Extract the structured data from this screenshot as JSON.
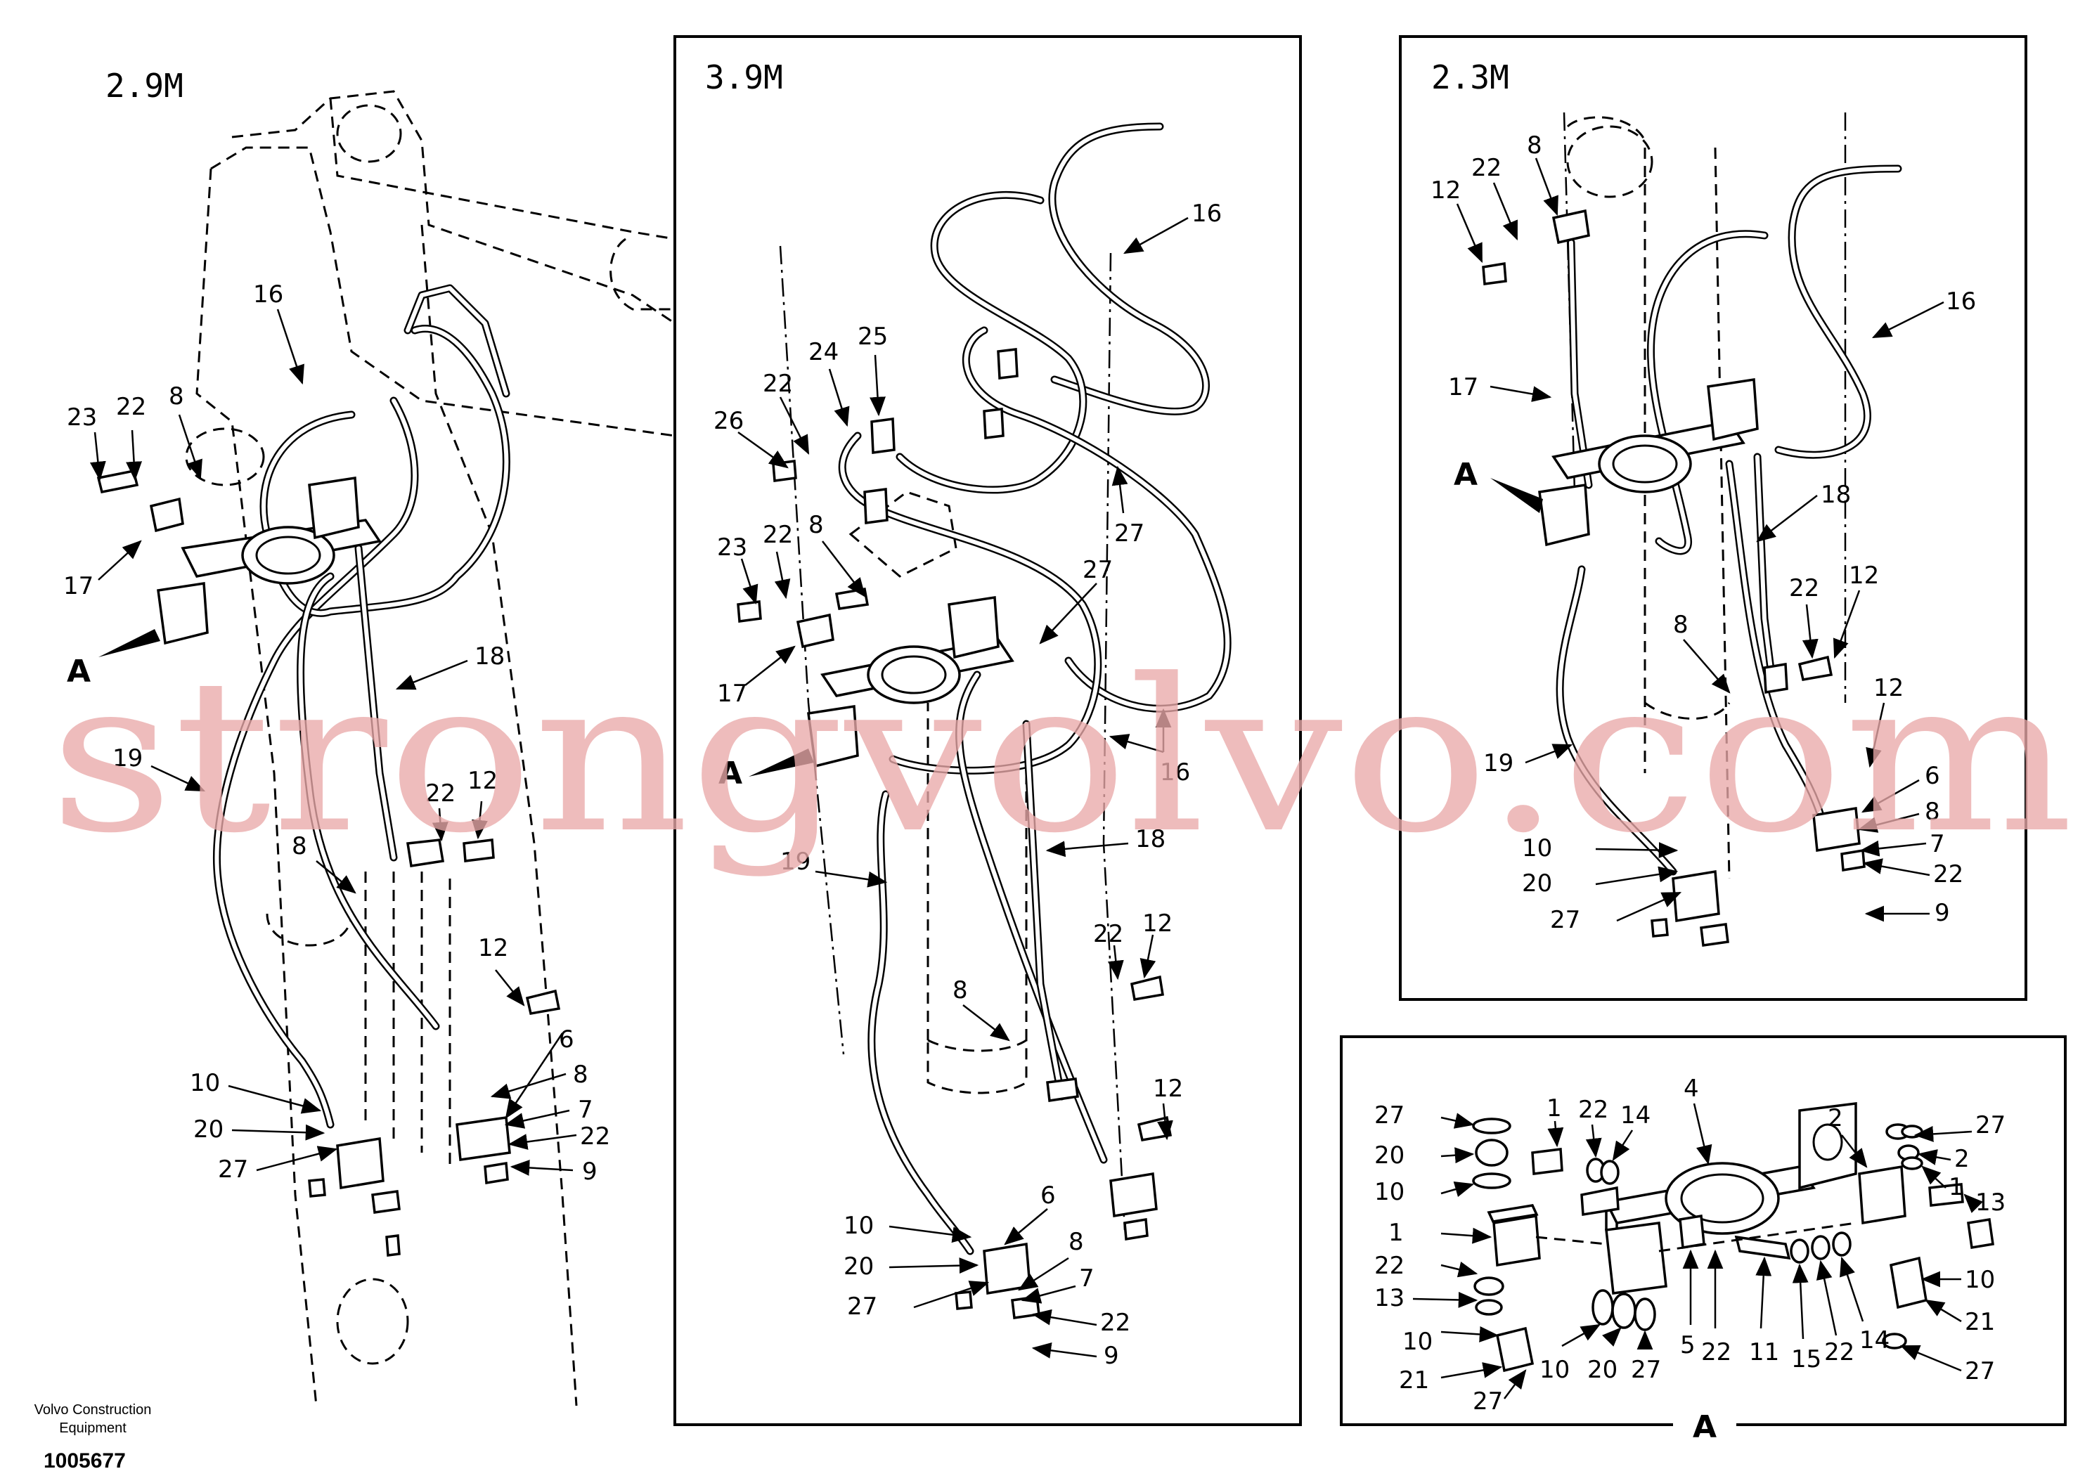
{
  "sections": {
    "s29": {
      "title": "2.9M"
    },
    "s39": {
      "title": "3.9M"
    },
    "s23": {
      "title": "2.3M"
    }
  },
  "view_a": {
    "letter": "A"
  },
  "callouts": {
    "s29": [
      "23",
      "22",
      "8",
      "16",
      "17",
      "A",
      "18",
      "19",
      "22",
      "12",
      "8",
      "12",
      "6",
      "8",
      "7",
      "22",
      "9",
      "10",
      "20",
      "27"
    ],
    "s39": [
      "16",
      "22",
      "24",
      "25",
      "26",
      "27",
      "23",
      "22",
      "8",
      "27",
      "17",
      "A",
      "16",
      "18",
      "19",
      "22",
      "12",
      "8",
      "12",
      "6",
      "8",
      "7",
      "22",
      "9",
      "10",
      "20",
      "27"
    ],
    "s23": [
      "12",
      "22",
      "8",
      "16",
      "17",
      "A",
      "18",
      "22",
      "12",
      "8",
      "19",
      "12",
      "6",
      "8",
      "7",
      "22",
      "9",
      "10",
      "20",
      "27"
    ],
    "va": [
      "27",
      "20",
      "10",
      "1",
      "22",
      "13",
      "10",
      "21",
      "27",
      "1",
      "22",
      "14",
      "4",
      "5",
      "22",
      "11",
      "10",
      "20",
      "27",
      "15",
      "22",
      "14",
      "2",
      "27",
      "2",
      "1",
      "13",
      "10",
      "21",
      "27"
    ]
  },
  "watermark": "strongvolvo.com",
  "footer": {
    "maker_line1": "Volvo Construction",
    "maker_line2": "Equipment",
    "doc_number": "1005677"
  }
}
